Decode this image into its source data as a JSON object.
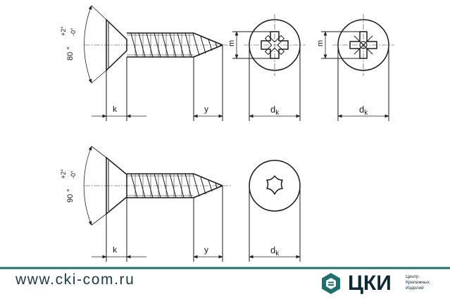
{
  "top_view": {
    "angle_label": "80 °",
    "tol_upper": "+2°",
    "tol_lower": "-0°",
    "label_k": "k",
    "label_y": "y",
    "label_m1": "m",
    "label_m2": "m",
    "label_dk1": "d",
    "label_dk1_sub": "k",
    "label_dk2": "d",
    "label_dk2_sub": "k"
  },
  "bottom_view": {
    "angle_label": "90 °",
    "tol_upper": "+2°",
    "tol_lower": "-0°",
    "label_k": "k",
    "label_y": "y",
    "label_dk": "d",
    "label_dk_sub": "k"
  },
  "footer": {
    "url": "www.cki-com.ru",
    "logo_word": "ЦКИ",
    "logo_line1": "Центр",
    "logo_line2": "Крепежных",
    "logo_line3": "Изделий",
    "accent": "#1f6f6a"
  }
}
